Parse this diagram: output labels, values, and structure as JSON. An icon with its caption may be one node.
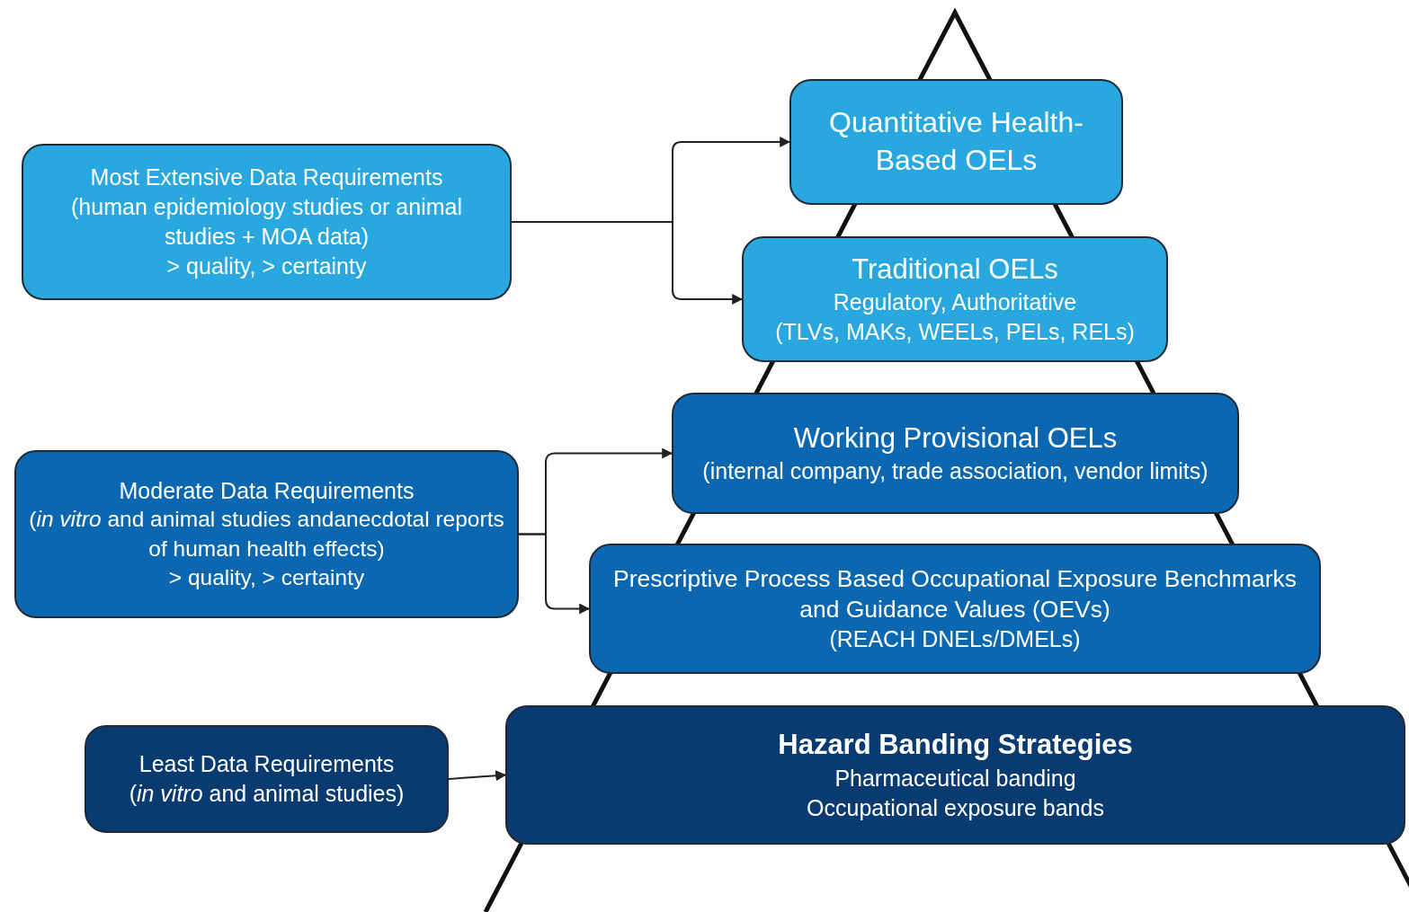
{
  "diagram": {
    "nodes": [
      {
        "text": [
          "Most Extensive Data Requirements",
          "(human epidemiology studies or animal studies + MOA data)",
          "> quality, > certainty"
        ]
      },
      {
        "text": [
          "Quantitative Health-Based OELs"
        ]
      },
      {
        "text": [
          "Traditional OELs",
          "Regulatory, Authoritative",
          "(TLVs, MAKs, WEELs, PELs, RELs)"
        ]
      },
      {
        "text": [
          "Moderate Data Requirements",
          "(*in vitro* and animal studies andanecdotal reports of human health effects)",
          "> quality, > certainty"
        ]
      },
      {
        "text": [
          "Working Provisional OELs",
          "(internal company, trade association, vendor limits)"
        ]
      },
      {
        "text": [
          "Prescriptive Process Based Occupational Exposure Benchmarks and Guidance Values (OEVs)",
          "(REACH DNELs/DMELs)"
        ]
      },
      {
        "text": [
          "Least Data Requirements",
          "(*in vitro* and animal studies)"
        ]
      },
      {
        "text": [
          "Hazard Banding Strategies",
          "Pharmaceutical banding",
          "Occupational exposure bands"
        ]
      }
    ],
    "edges": [
      {
        "from": 0,
        "to": 1,
        "arrow": "to"
      },
      {
        "from": 0,
        "to": 2,
        "arrow": "to"
      },
      {
        "from": 3,
        "to": 4,
        "arrow": "to"
      },
      {
        "from": 3,
        "to": 5,
        "arrow": "to"
      },
      {
        "from": 6,
        "to": 7,
        "arrow": "to"
      }
    ]
  }
}
